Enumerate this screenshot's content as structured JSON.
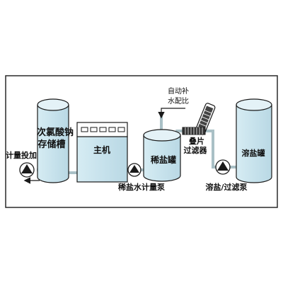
{
  "labels": {
    "hypochlorite_tank": [
      "次氯酸钠",
      "存储槽"
    ],
    "metering_add": "计量投加",
    "main_unit": "主机",
    "dilute_tank": "稀盐罐",
    "dilute_pump": "稀盐水计量泵",
    "auto_water": [
      "自动补",
      "水配比"
    ],
    "stack_filter": [
      "叠片",
      "过滤器"
    ],
    "dissolve_tank": "溶盐罐",
    "dissolve_pump": "溶盐/过滤泵"
  },
  "colors": {
    "tank_fill": "#c9e4ee",
    "pipe": "#a9c0c6",
    "stroke": "#1a1a1a",
    "frame": "#2a2a2a"
  }
}
